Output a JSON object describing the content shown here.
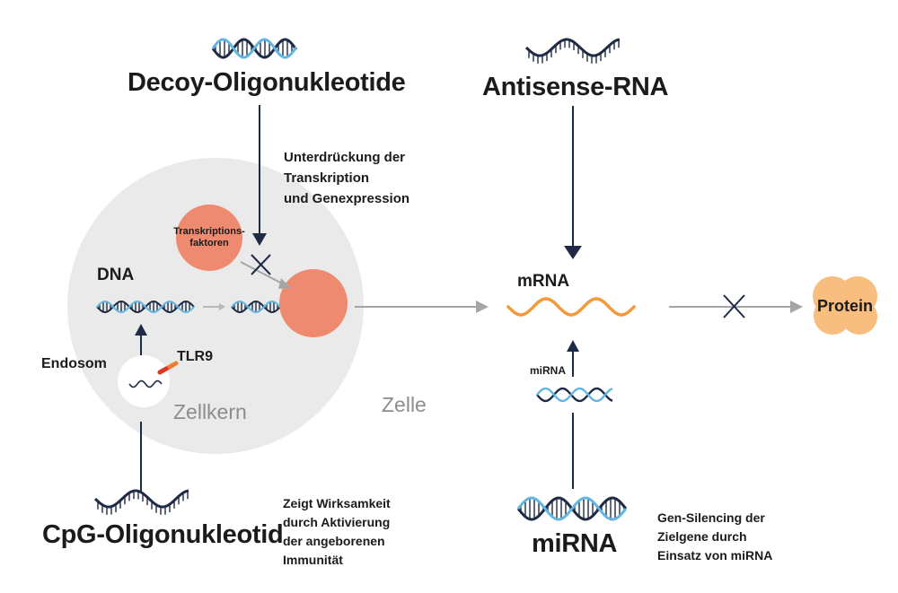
{
  "labels": {
    "decoy": "Decoy-Oligonukleotide",
    "antisense": "Antisense-RNA",
    "cpg": "CpG-Oligonukleotid",
    "mirna_bottom": "miRNA",
    "mirna_small": "miRNA",
    "dna": "DNA",
    "mrna": "mRNA",
    "protein": "Protein",
    "endosom": "Endosom",
    "tlr9": "TLR9",
    "zellkern": "Zellkern",
    "zelle": "Zelle",
    "transkriptionsfaktoren": "Transkriptions-\nfaktoren"
  },
  "descriptions": {
    "suppression": "Unterdrückung der\nTranskription\nund Genexpression",
    "cpg_effect": "Zeigt Wirksamkeit\ndurch Aktivierung\nder angeborenen\nImmunität",
    "gene_silencing": "Gen-Silencing der\nZielgene durch\nEinsatz von miRNA"
  },
  "colors": {
    "dark_navy": "#1f2b45",
    "light_blue": "#63b6df",
    "salmon": "#ee8a70",
    "orange_mrna": "#f39a3c",
    "protein": "#f7be7f",
    "nucleus": "#eaeaea",
    "arrow_grey": "#a5a5a5",
    "text_grey": "#8d8d8d"
  }
}
